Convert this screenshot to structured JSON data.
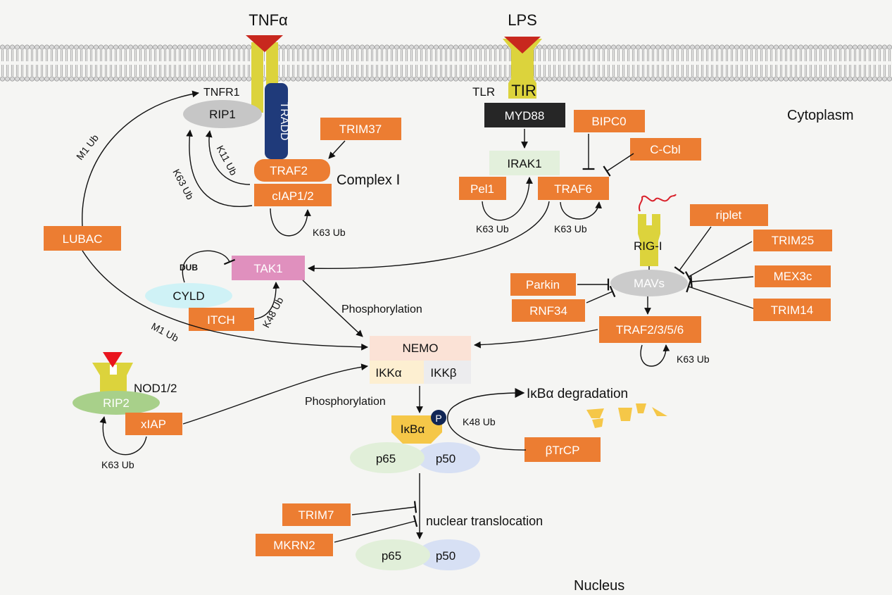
{
  "ligands": {
    "tnf": "TNFα",
    "lps": "LPS"
  },
  "receptors": {
    "tnfr1": "TNFR1",
    "tlr": "TLR",
    "tir": "TIR",
    "nod": "NOD1/2",
    "rigi": "RIG-I"
  },
  "compartments": {
    "cytoplasm": "Cytoplasm",
    "nucleus": "Nucleus"
  },
  "complex1": "Complex Ⅰ",
  "proteins": {
    "rip1": "RIP1",
    "tradd": "TRADD",
    "traf2": "TRAF2",
    "ciap": "cIAP1/2",
    "trim37": "TRIM37",
    "myd88": "MYD88",
    "irak1": "IRAK1",
    "pel1": "Pel1",
    "traf6": "TRAF6",
    "bipc0": "BIPC0",
    "ccbl": "C-Cbl",
    "lubac": "LUBAC",
    "tak1": "TAK1",
    "cyld": "CYLD",
    "itch": "ITCH",
    "dub": "DUB",
    "nemo": "NEMO",
    "ikka": "IKKα",
    "ikkb": "IKKβ",
    "ikba": "IκBα",
    "p": "P",
    "p65": "p65",
    "p50": "p50",
    "btrcp": "βTrCP",
    "rip2": "RIP2",
    "xiap": "xIAP",
    "riplet": "riplet",
    "trim25": "TRIM25",
    "mex3c": "MEX3c",
    "trim14": "TRIM14",
    "mavs": "MAVs",
    "parkin": "Parkin",
    "rnf34": "RNF34",
    "traf2356": "TRAF2/3/5/6",
    "trim7": "TRIM7",
    "mkrn2": "MKRN2"
  },
  "edge_labels": {
    "m1ub_top": "M1 Ub",
    "m1ub_bottom": "M1 Ub",
    "k63_left": "K63 Ub",
    "k11": "K11 Ub",
    "k63_ciap": "K63 Ub",
    "k63_irak": "K63 Ub",
    "k63_traf6": "K63 Ub",
    "k48_itch": "K48 Ub",
    "phos_1": "Phosphorylation",
    "phos_2": "Phosphorylation",
    "k48_btrcp": "K48 Ub",
    "k63_traf2356": "K63 Ub",
    "k63_rip2": "K63 Ub",
    "degradation": "IκBα degradation",
    "translocation": "nuclear translocation"
  },
  "colors": {
    "orange": "#ec7d32",
    "navy": "#1f3a7a",
    "receptor_yellow": "#dcd33c",
    "ligand_red": "#c8281e",
    "black_box": "#262626",
    "irak_green": "#e3f0dc",
    "pink": "#e090be",
    "cyan": "#cff2f6",
    "nemo_peach": "#fbe2d6",
    "ikka": "#fdefd1",
    "ikkb": "#ececee",
    "ikba": "#f5c748",
    "p65": "#e1efd9",
    "p50": "#d7e0f4",
    "rip2": "#a8d08a",
    "mavs": "#cbcbcb",
    "p_badge": "#112655"
  }
}
